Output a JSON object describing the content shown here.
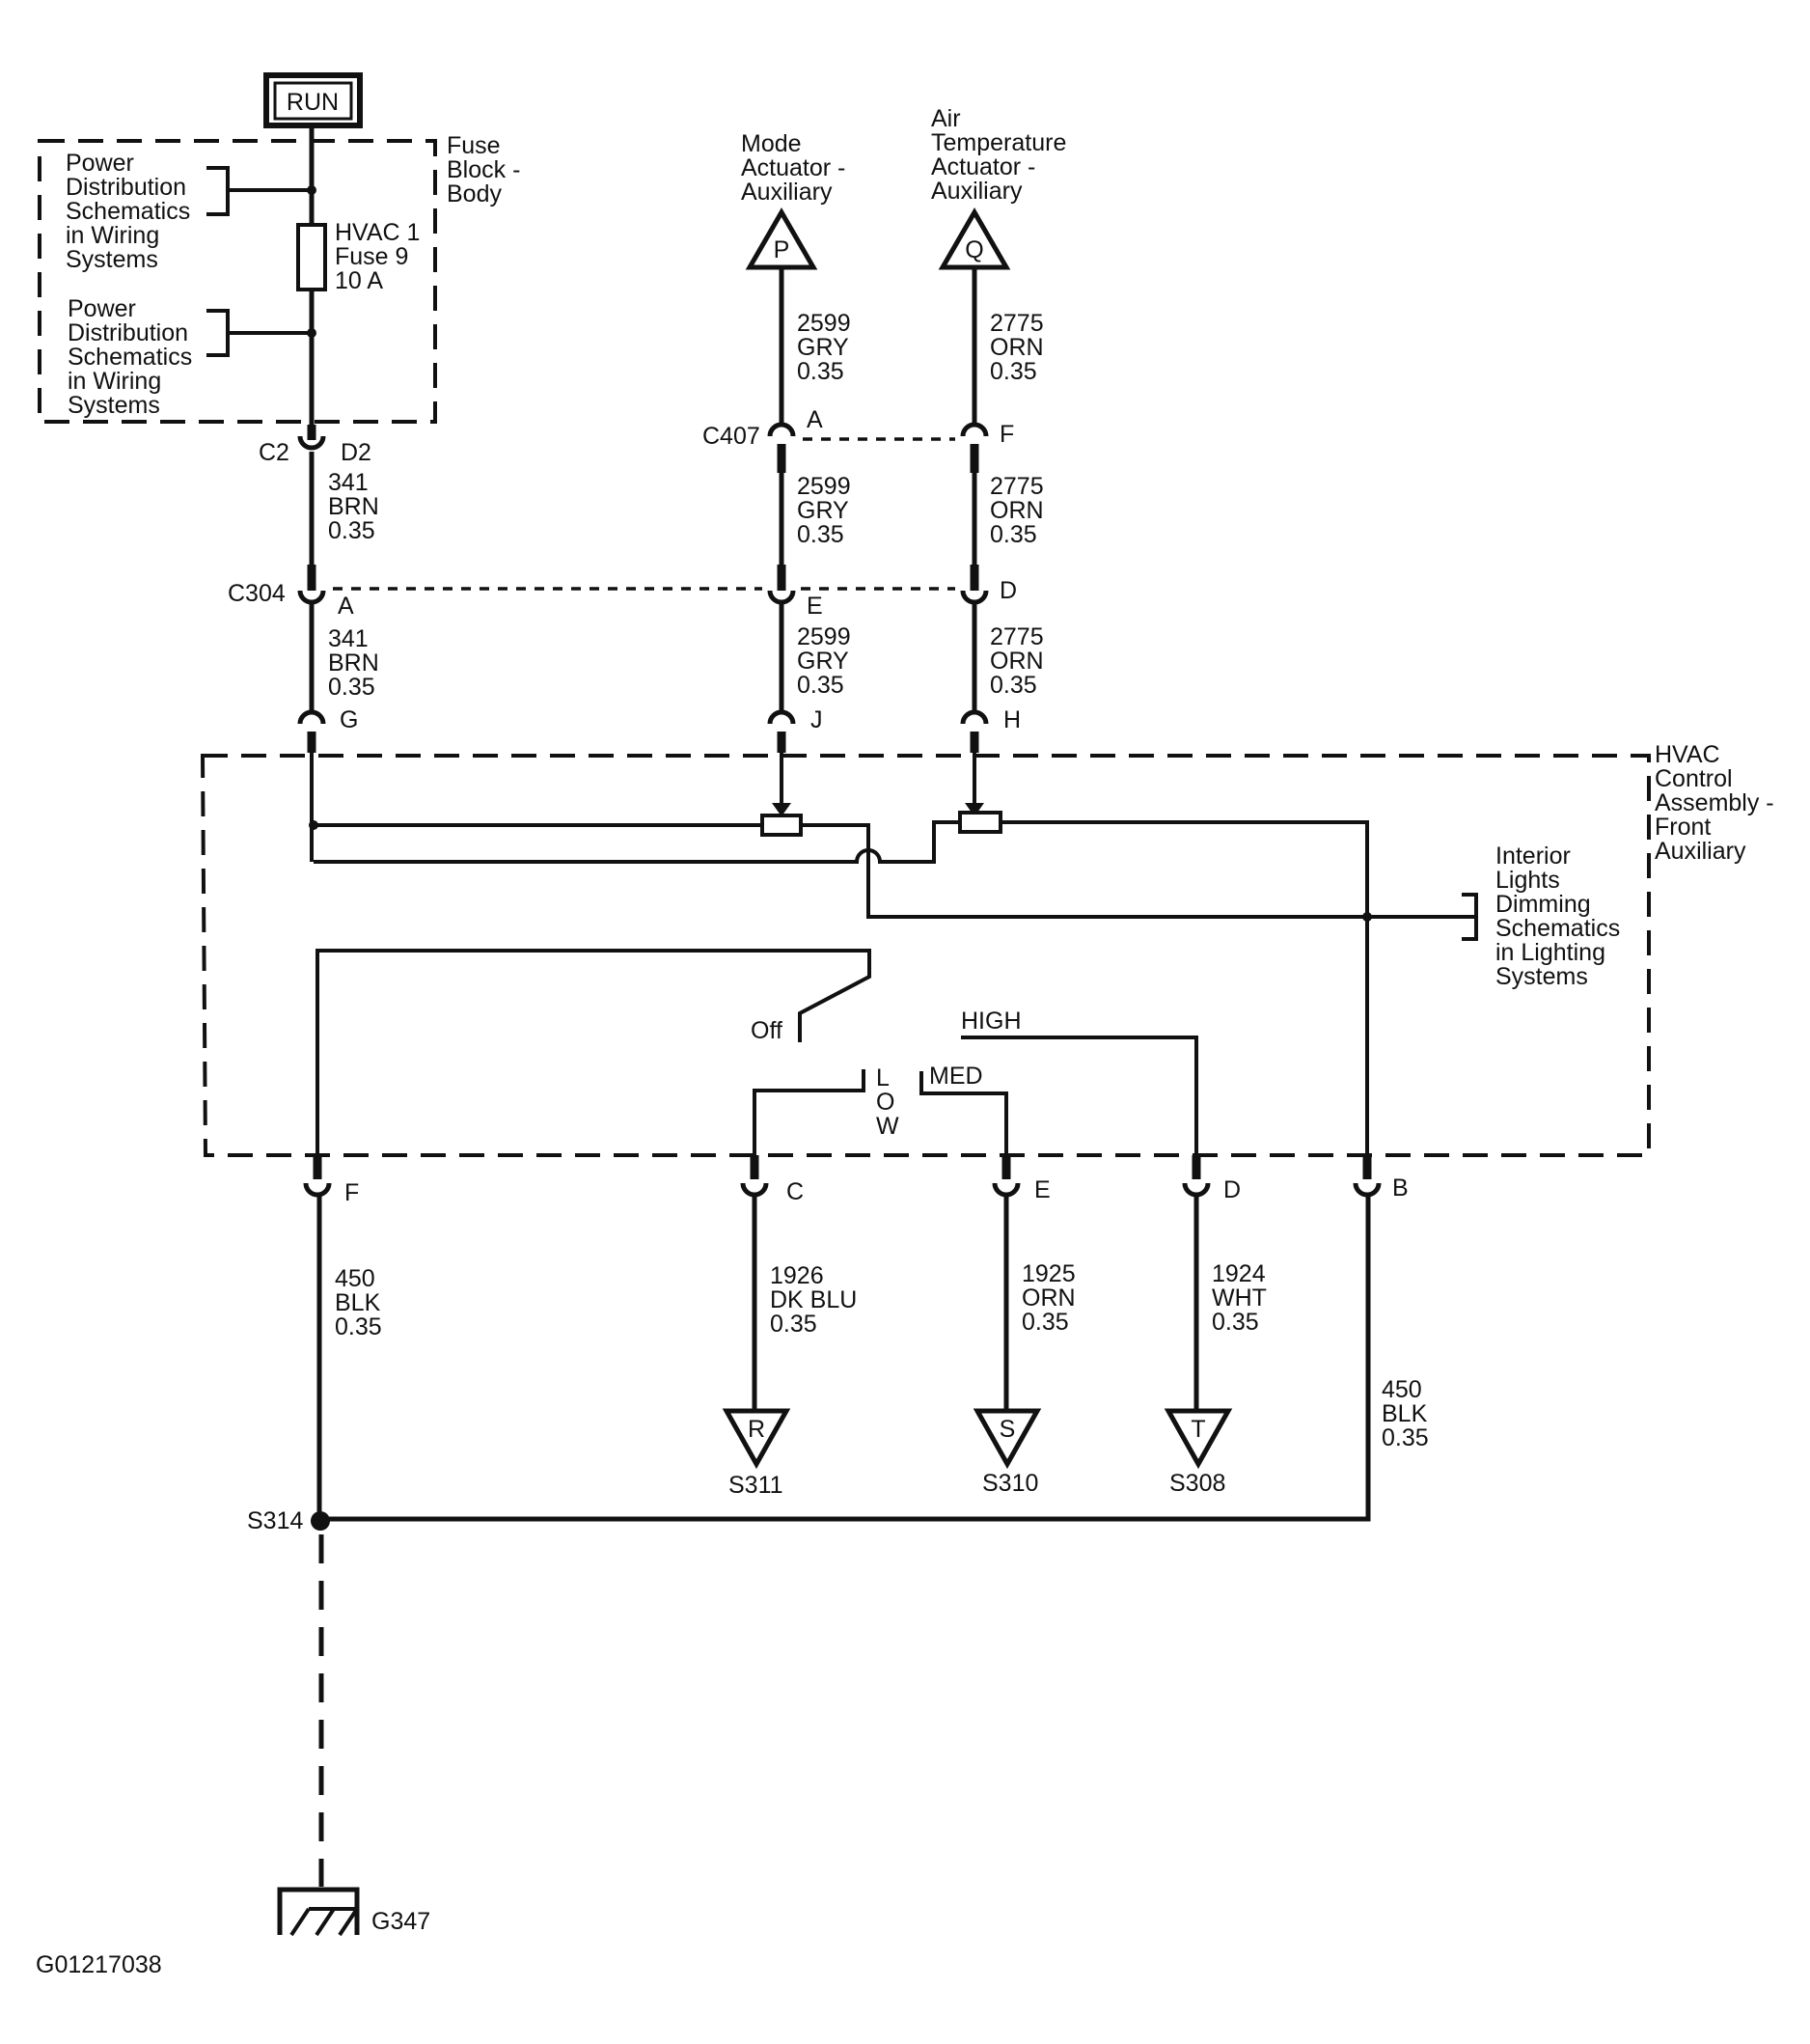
{
  "power_source": {
    "label": "RUN"
  },
  "fuse_block": {
    "title": [
      "Fuse",
      "Block -",
      "Body"
    ],
    "fuse_label": [
      "HVAC 1",
      "Fuse 9",
      "10 A"
    ],
    "power_dist_1": [
      "Power",
      "Distribution",
      "Schematics",
      "in Wiring",
      "Systems"
    ],
    "power_dist_2": [
      "Power",
      "Distribution",
      "Schematics",
      "in Wiring",
      "Systems"
    ]
  },
  "components": {
    "mode_actuator": {
      "title": [
        "Mode",
        "Actuator -",
        "Auxiliary"
      ],
      "ref": "P"
    },
    "air_temp_actuator": {
      "title": [
        "Air",
        "Temperature",
        "Actuator -",
        "Auxiliary"
      ],
      "ref": "Q"
    },
    "hvac_control": {
      "title": [
        "HVAC",
        "Control",
        "Assembly -",
        "Front",
        "Auxiliary"
      ]
    },
    "interior_lights": {
      "title": [
        "Interior",
        "Lights",
        "Dimming",
        "Schematics",
        "in Lighting",
        "Systems"
      ]
    }
  },
  "connectors": {
    "c2": {
      "label": "C2",
      "pin": "D2"
    },
    "c407": {
      "label": "C407",
      "pins": [
        "A",
        "F"
      ]
    },
    "c304": {
      "label": "C304",
      "pins": [
        "A",
        "E",
        "D"
      ]
    },
    "hvac_top_pins": [
      "G",
      "J",
      "H"
    ],
    "hvac_bottom_pins": [
      "F",
      "C",
      "E",
      "D",
      "B"
    ]
  },
  "wires": {
    "brn_341": [
      "341",
      "BRN",
      "0.35"
    ],
    "gry_2599": [
      "2599",
      "GRY",
      "0.35"
    ],
    "orn_2775": [
      "2775",
      "ORN",
      "0.35"
    ],
    "blk_450": [
      "450",
      "BLK",
      "0.35"
    ],
    "dkblu_1926": [
      "1926",
      "DK BLU",
      "0.35"
    ],
    "orn_1925": [
      "1925",
      "ORN",
      "0.35"
    ],
    "wht_1924": [
      "1924",
      "WHT",
      "0.35"
    ]
  },
  "switch": {
    "off": "Off",
    "low": [
      "L",
      "O",
      "W"
    ],
    "med": "MED",
    "high": "HIGH"
  },
  "refs_bottom": [
    {
      "ref": "R",
      "splice": "S311"
    },
    {
      "ref": "S",
      "splice": "S310"
    },
    {
      "ref": "T",
      "splice": "S308"
    }
  ],
  "splice": "S314",
  "ground": "G347",
  "figure_id": "G01217038"
}
